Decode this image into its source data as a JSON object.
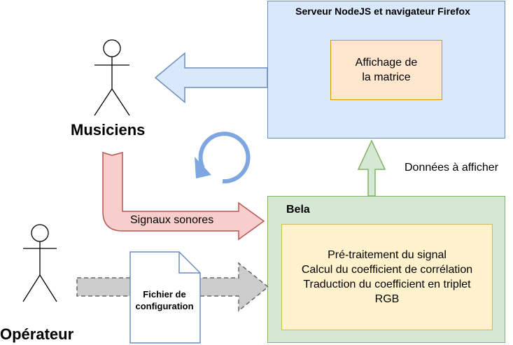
{
  "server": {
    "title": "Serveur NodeJS et navigateur Firefox",
    "matrix_line1": "Affichage de",
    "matrix_line2": "la matrice"
  },
  "bela": {
    "title": "Bela",
    "lines": [
      "Pré-traitement du signal",
      "Calcul du coefficient de corrélation",
      "Traduction du coefficient en triplet",
      "RGB"
    ]
  },
  "actors": {
    "musiciens": "Musiciens",
    "operateur": "Opérateur"
  },
  "arrows": {
    "donnees": "Données à afficher",
    "signaux": "Signaux sonores"
  },
  "document": {
    "line1": "Fichier de",
    "line2": "configuration"
  },
  "colors": {
    "server_fill": "#dae8fc",
    "server_stroke": "#6c8ebf",
    "matrix_fill": "#ffe6cc",
    "matrix_stroke": "#d79b00",
    "bela_fill": "#d5e8d4",
    "bela_stroke": "#82b366",
    "process_fill": "#fff2cc",
    "process_stroke": "#d6b656",
    "signal_arrow_fill": "#f8cecc",
    "signal_arrow_stroke": "#b85450",
    "config_arrow_fill": "#cccccc",
    "config_arrow_stroke": "#666666"
  },
  "icons": [
    "actor-icon",
    "refresh-cycle-icon",
    "document-icon"
  ]
}
